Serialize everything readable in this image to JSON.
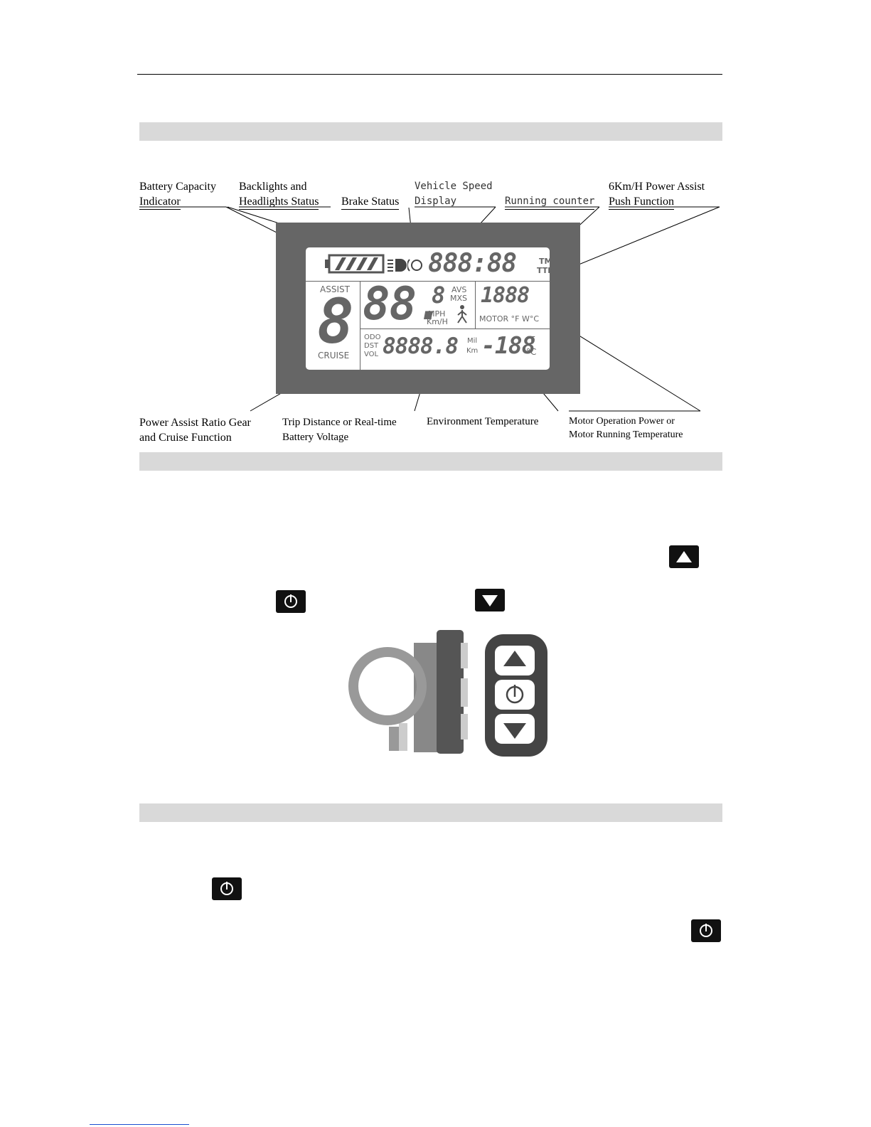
{
  "diagram": {
    "callouts": {
      "battery_capacity": [
        "Battery Capacity",
        "Indicator"
      ],
      "backlights": [
        "Backlights and",
        "Headlights Status"
      ],
      "brake": "Brake Status",
      "vehicle_speed": [
        "Vehicle Speed",
        "Display"
      ],
      "running_counter": "Running counter",
      "power_assist_push": [
        "6Km/H Power Assist",
        "Push Function"
      ],
      "assist_gear": [
        "Power Assist Ratio Gear",
        "and Cruise Function"
      ],
      "trip_distance": [
        "Trip Distance or Real-time",
        "Battery Voltage"
      ],
      "environment_temp": "Environment Temperature",
      "motor_power": [
        "Motor Operation Power or",
        "Motor Running Temperature"
      ]
    },
    "lcd": {
      "clock": "888:88",
      "tm": "TM",
      "ttm": "TTM",
      "assist_label": "ASSIST",
      "assist_digit": "8",
      "cruise_label": "CRUISE",
      "speed": "88.",
      "speed_small": "8",
      "avs": "AVS",
      "mxs": "MXS",
      "mph": "MPH",
      "kmh": "Km/H",
      "motor_value": "1888",
      "motor_units": "MOTOR °F W°C",
      "odo": "ODO",
      "dst": "DST",
      "vol": "VOL",
      "trip_value": "8888.8",
      "mil": "Mil",
      "km": "Km",
      "env_temp": "-188",
      "deg_f": "°F",
      "deg_c": "°C"
    }
  },
  "icons": {
    "up": "up-arrow-button-icon",
    "down": "down-arrow-button-icon",
    "power": "power-button-icon"
  },
  "colors": {
    "lcd_frame": "#666666",
    "section_band": "#d9d9d9",
    "link_underline": "#1a4fd1"
  }
}
